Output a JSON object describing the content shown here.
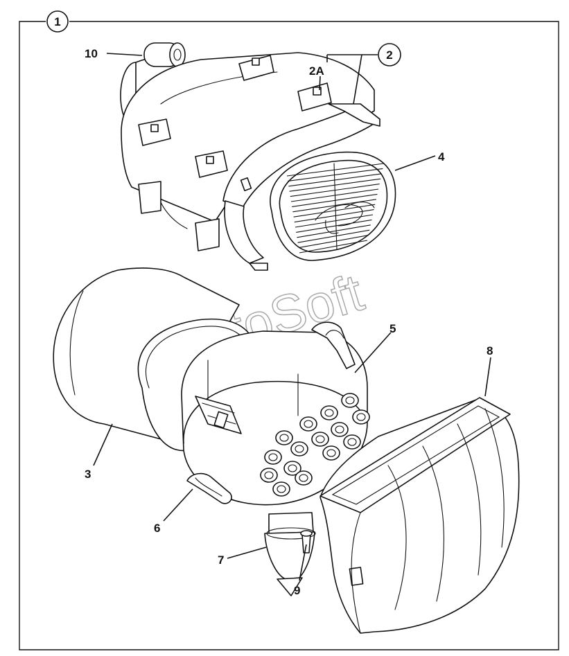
{
  "figure": {
    "frame_number": "1",
    "group_number": "2",
    "watermark": "AutoSoft",
    "callouts": {
      "c10": "10",
      "c2a": "2A",
      "c4": "4",
      "c5": "5",
      "c8": "8",
      "c3": "3",
      "c6": "6",
      "c7": "7",
      "c9": "9"
    }
  }
}
